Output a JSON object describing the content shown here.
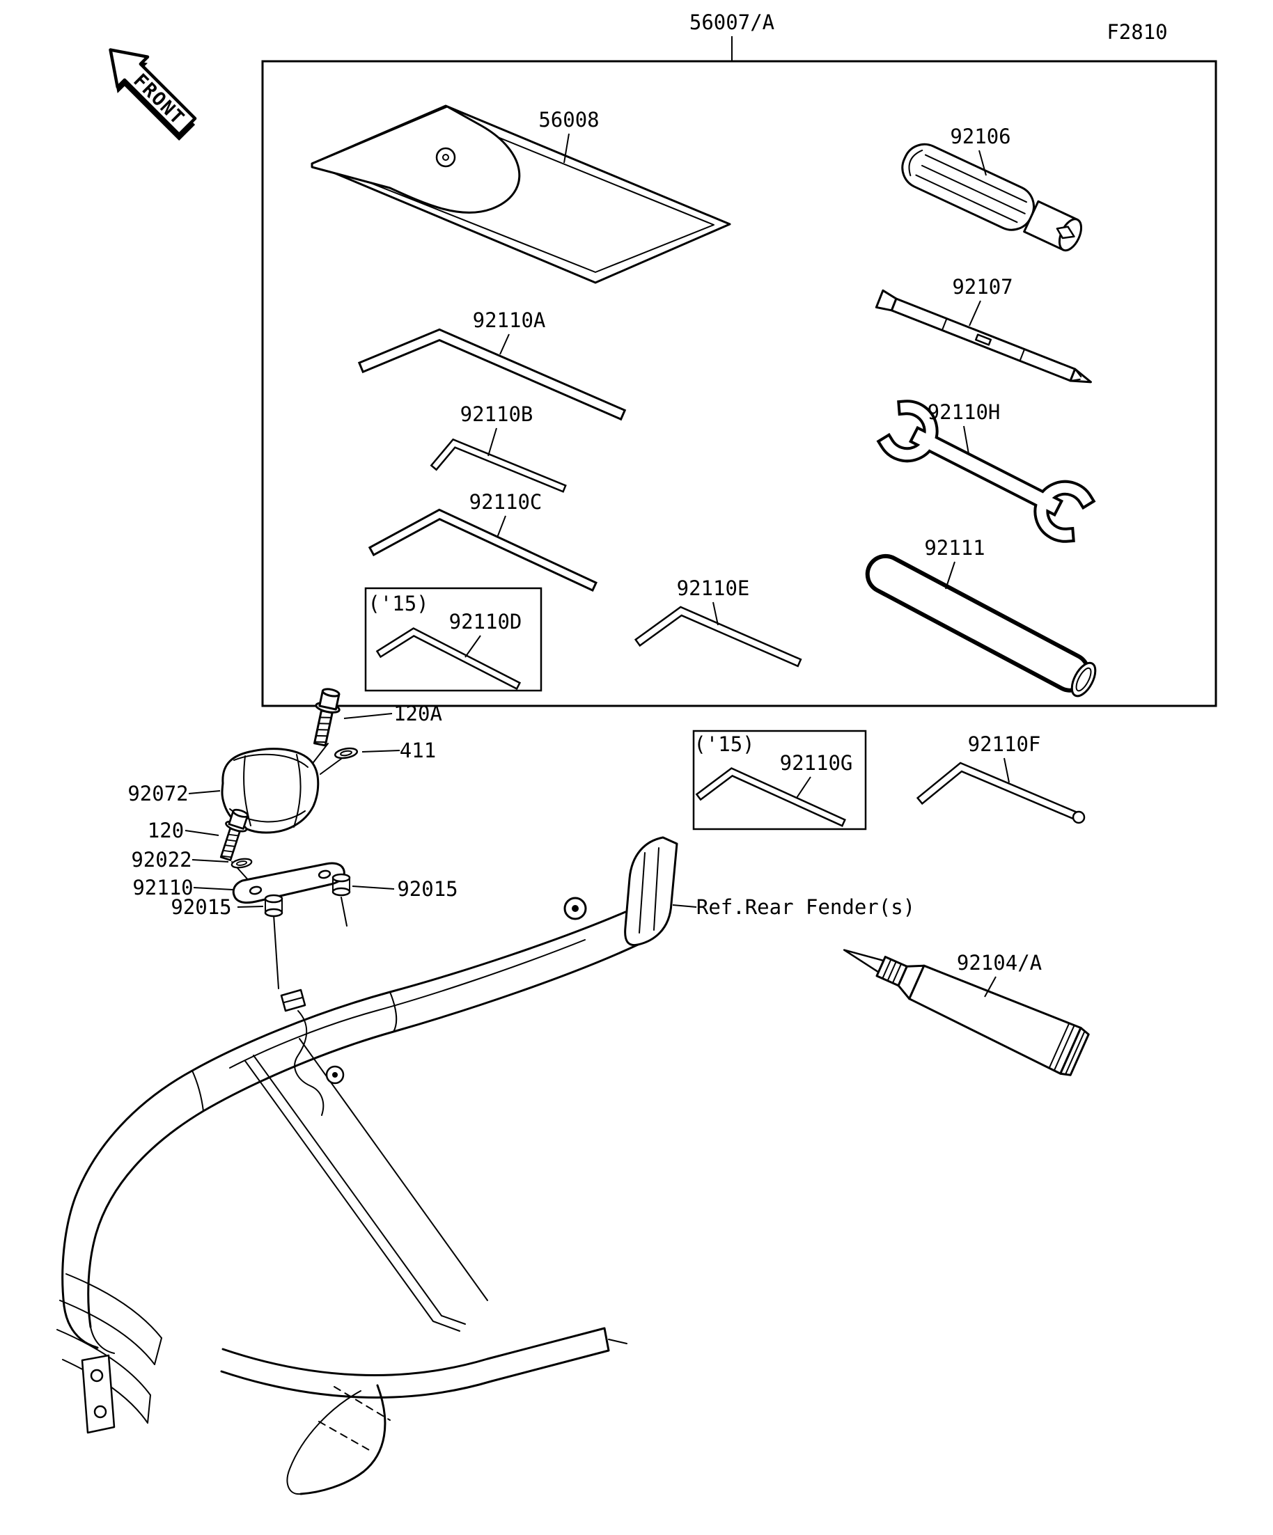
{
  "figure": {
    "assembly_code": "56007/A",
    "sheet_code": "F2810",
    "front_marker": "FRONT",
    "year_note": "('15)",
    "fender_reference": "Ref.Rear Fender(s)"
  },
  "parts": {
    "tool_bag": "56008",
    "driver_grip": "92106",
    "driver_bit": "92107",
    "hex_wrench_a": "92110A",
    "hex_wrench_b": "92110B",
    "hex_wrench_c": "92110C",
    "hex_wrench_d": "92110D",
    "hex_wrench_e": "92110E",
    "hex_wrench_f": "92110F",
    "hex_wrench_g": "92110G",
    "open_end_wrench": "92110H",
    "lever_tool": "92111",
    "flange_bolt": "120A",
    "washer_small": "411",
    "tool_band": "92072",
    "bolt": "120",
    "washer": "92022",
    "tool_bracket": "92110",
    "damper_a": "92015",
    "damper_b": "92015",
    "grease_tube": "92104/A"
  },
  "style": {
    "ink": "#000000",
    "paper": "#ffffff"
  }
}
